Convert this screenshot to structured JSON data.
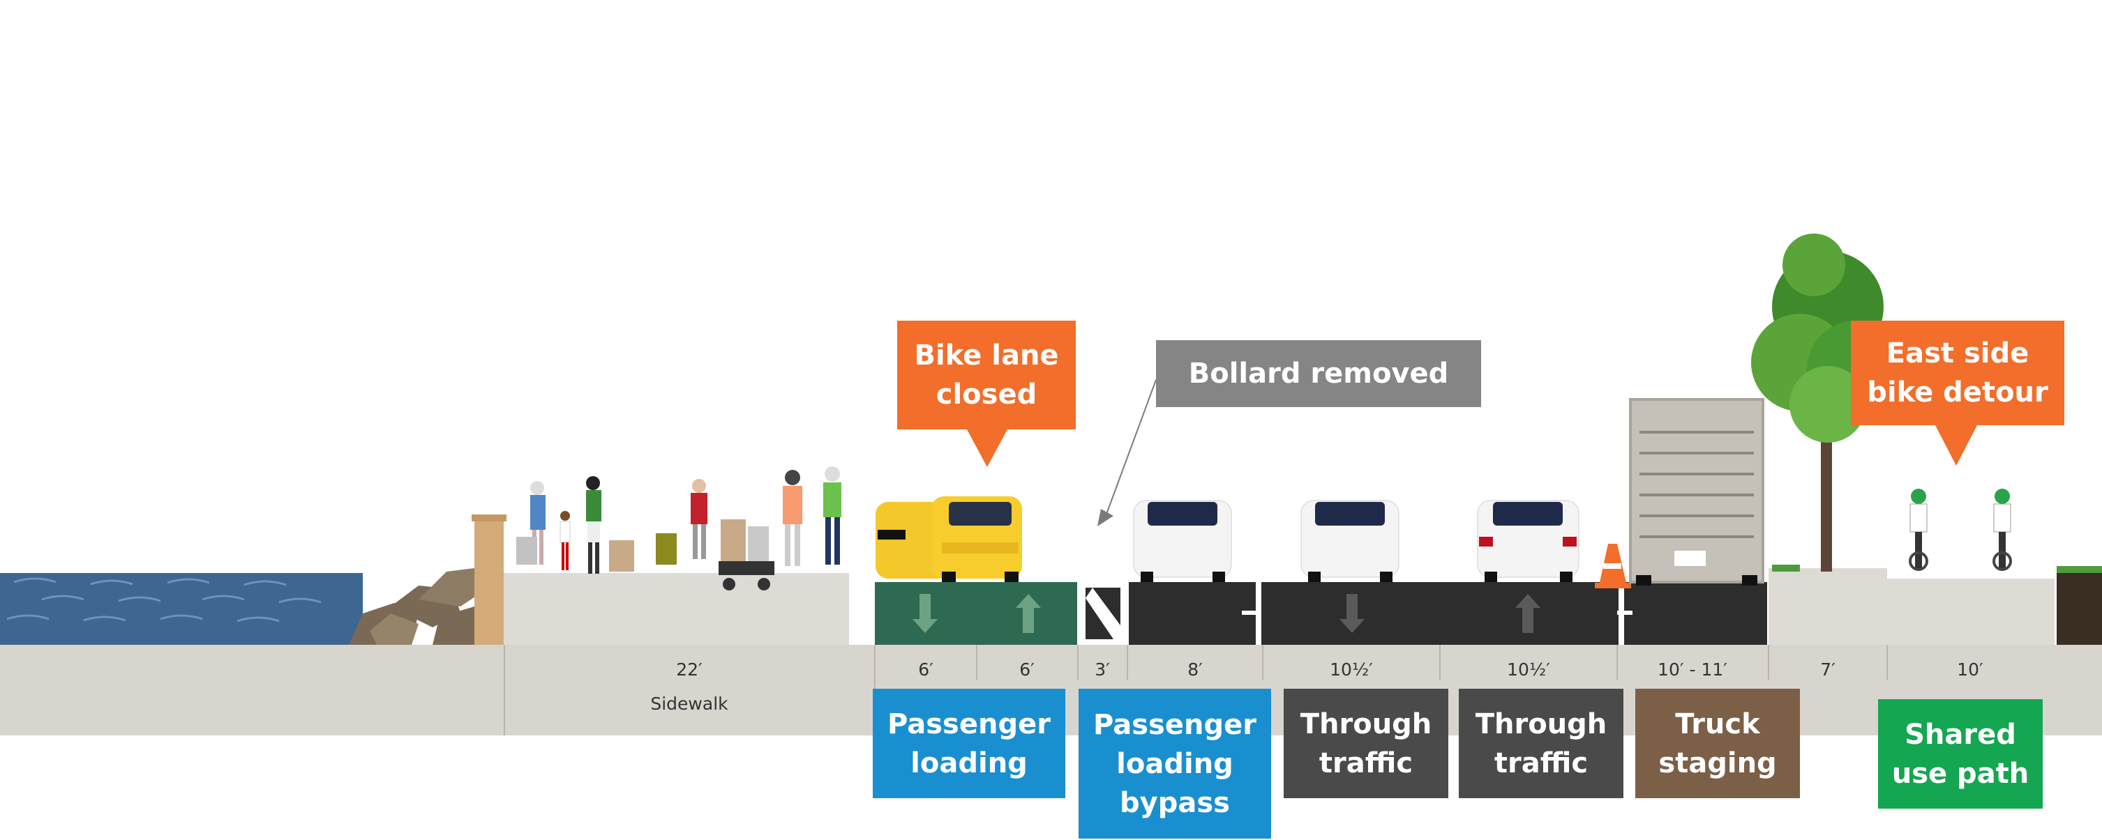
{
  "colors": {
    "water": "#3d6691",
    "ground": "#d8d5cf",
    "sidewalk": "#dedbd5",
    "bike_lane": "#2e6a52",
    "road": "#2d2d2d",
    "orange_callout": "#f26e2a",
    "gray_callout": "#858585",
    "blue_tag": "#1a8fd0",
    "dark_tag": "#4a4a4a",
    "brown_tag": "#7b5f47",
    "green_tag": "#14a651"
  },
  "callouts": {
    "bike_lane_closed": "Bike lane\nclosed",
    "bollard_removed": "Bollard removed",
    "east_side_detour": "East side\nbike detour"
  },
  "dimensions": {
    "sidewalk_width": "22′",
    "sidewalk_label": "Sidewalk",
    "bike_lane_1": "6′",
    "bike_lane_2": "6′",
    "buffer": "3′",
    "parking": "8′",
    "through_1": "10½′",
    "through_2": "10½′",
    "truck": "10′ - 11′",
    "planting": "7′",
    "path": "10′"
  },
  "tags": {
    "passenger_loading": "Passenger\nloading",
    "passenger_loading_bypass": "Passenger\nloading\nbypass",
    "through_traffic_1": "Through\ntraffic",
    "through_traffic_2": "Through\ntraffic",
    "truck_staging": "Truck\nstaging",
    "shared_use_path": "Shared\nuse path"
  }
}
